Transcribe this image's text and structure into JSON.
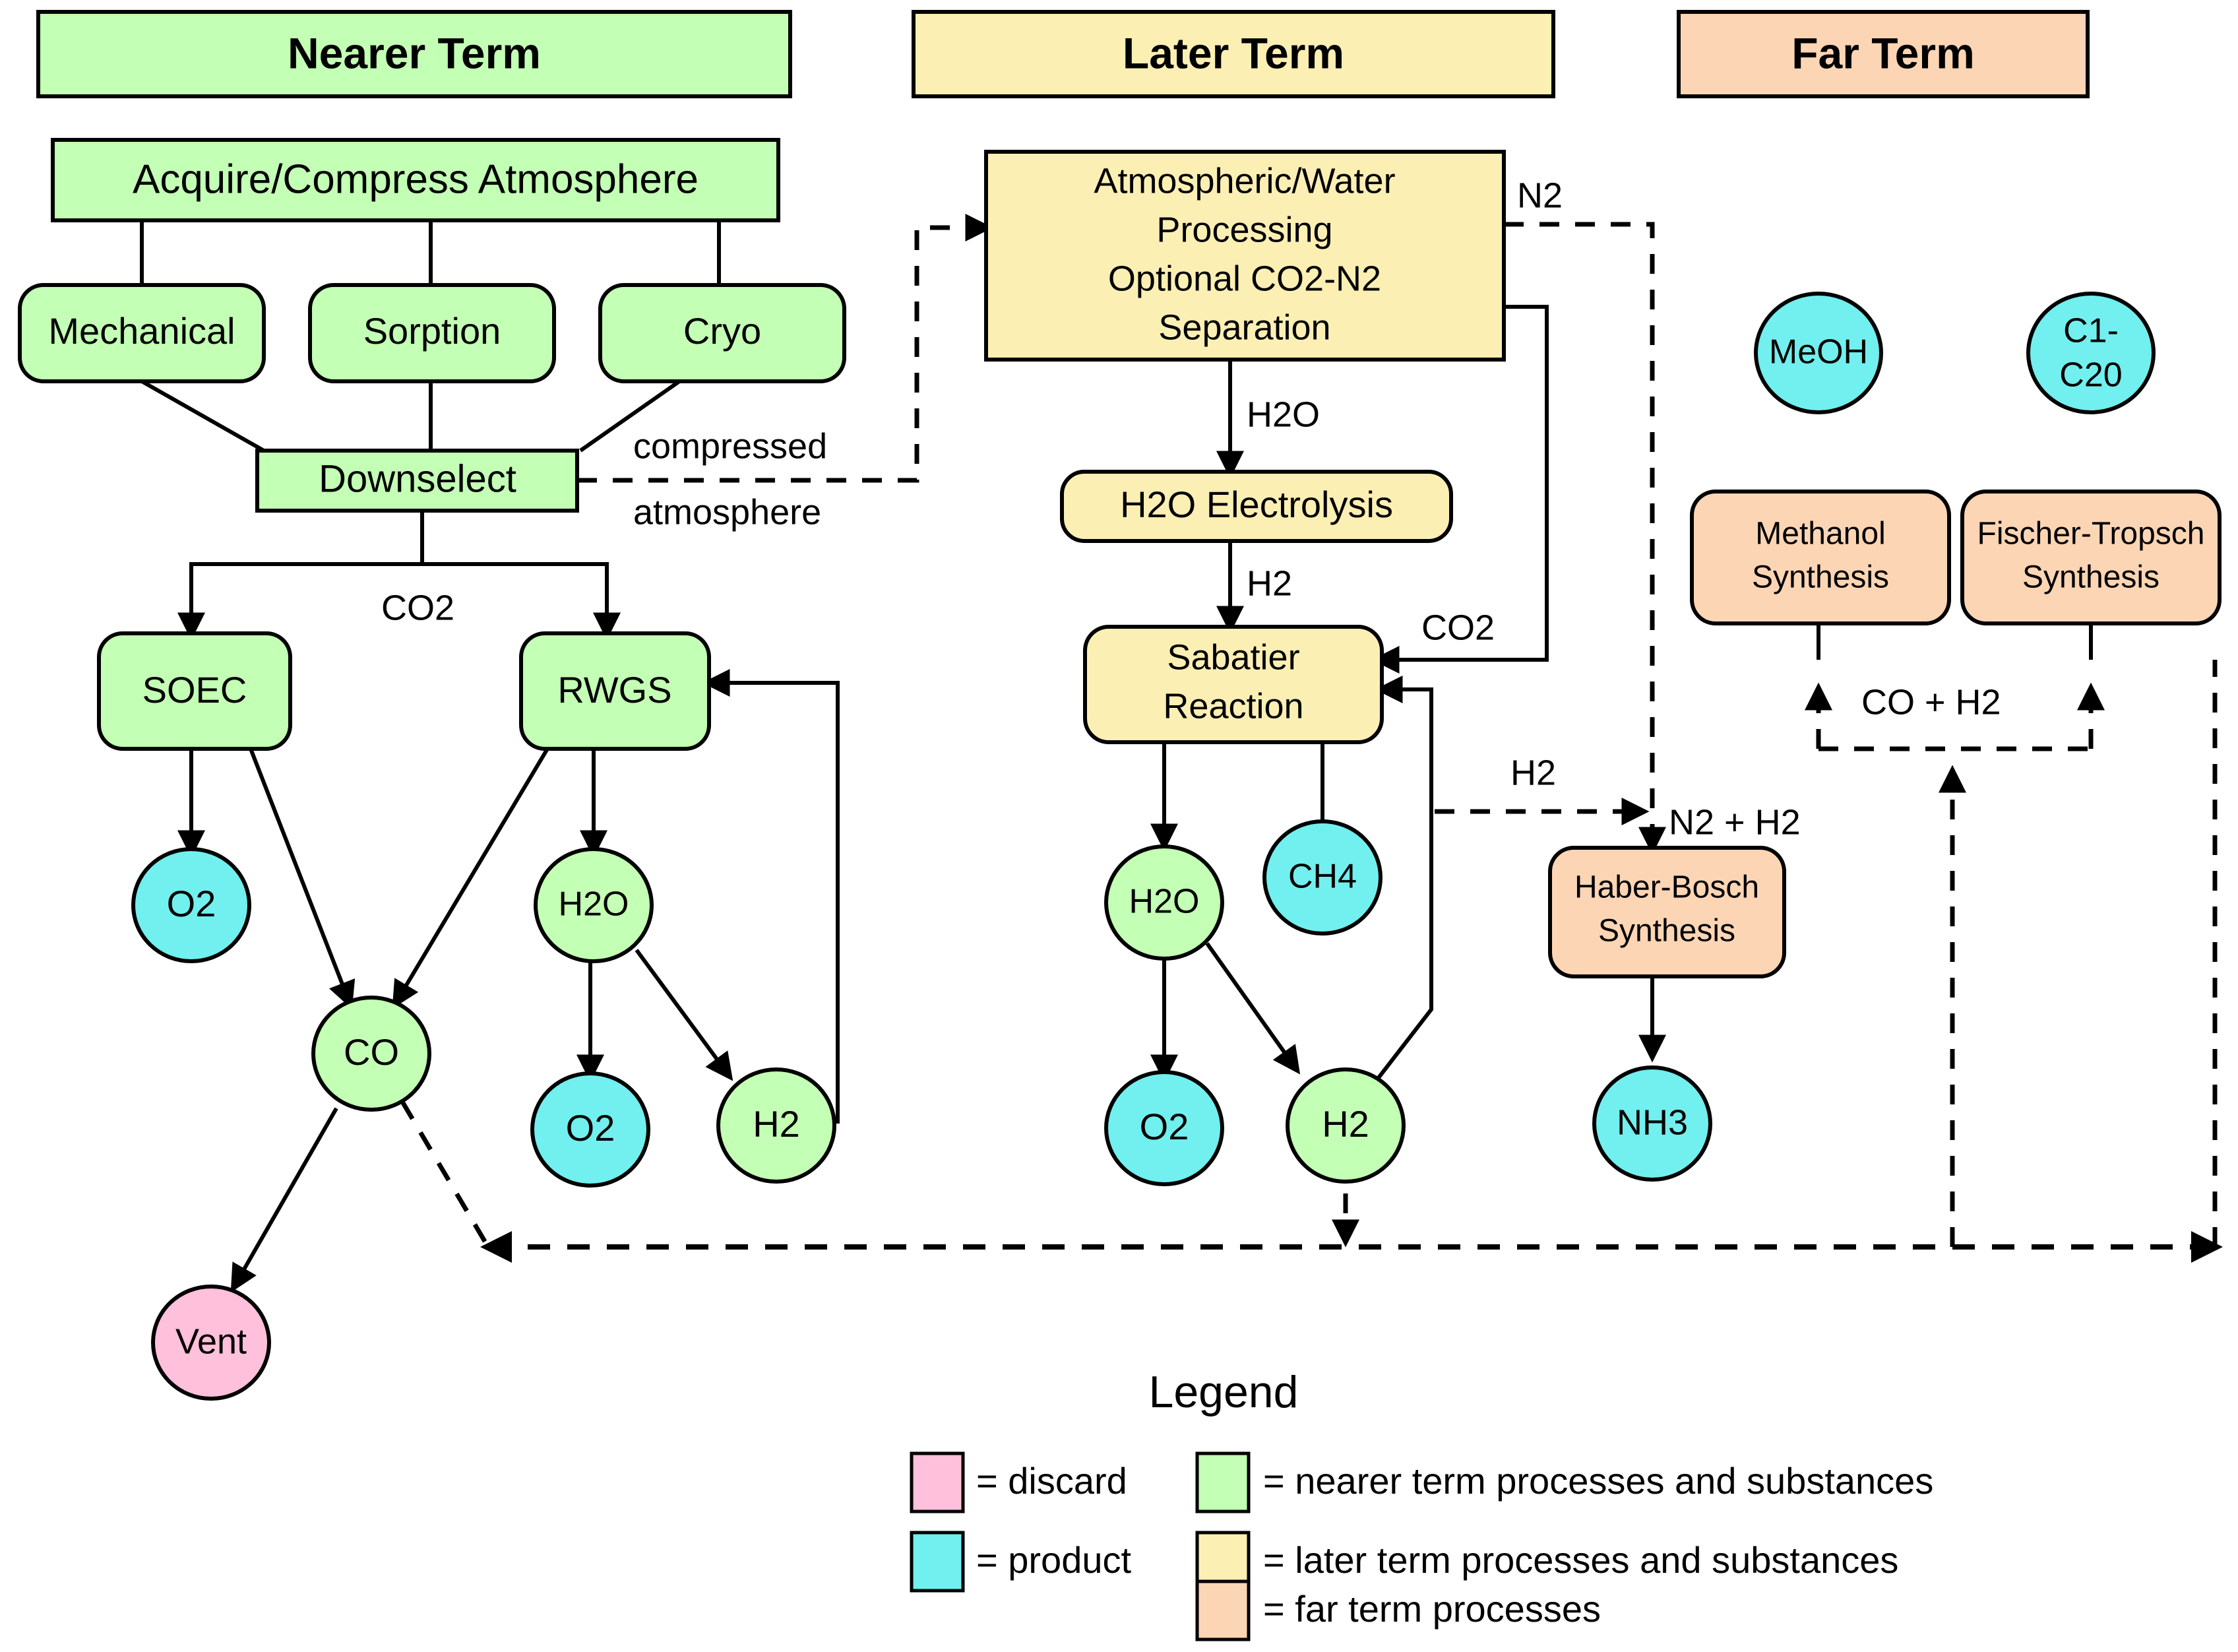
{
  "title": "Mars ISRU Process Flow Diagram",
  "colors": {
    "nearer_term": "#C3FFB4",
    "later_term": "#FCEFB4",
    "far_term": "#FCD5B4",
    "product": "#72EFEF",
    "discard": "#FFC0DB",
    "outline": "#000000",
    "background": "#FFFFFF"
  },
  "headers": [
    {
      "id": "nearer",
      "label": "Nearer Term"
    },
    {
      "id": "later",
      "label": "Later Term"
    },
    {
      "id": "far",
      "label": "Far Term"
    }
  ],
  "nearer_term": {
    "processes": [
      {
        "id": "acquire",
        "label": "Acquire/Compress Atmosphere"
      },
      {
        "id": "mechanical",
        "label": "Mechanical"
      },
      {
        "id": "sorption",
        "label": "Sorption"
      },
      {
        "id": "cryo",
        "label": "Cryo"
      },
      {
        "id": "downselect",
        "label": "Downselect"
      },
      {
        "id": "soec",
        "label": "SOEC"
      },
      {
        "id": "rwgs",
        "label": "RWGS"
      }
    ],
    "substances": [
      {
        "id": "soec_o2",
        "label": "O2",
        "kind": "product"
      },
      {
        "id": "co",
        "label": "CO",
        "kind": "nearer"
      },
      {
        "id": "rwgs_h2o",
        "label": "H2O",
        "kind": "nearer"
      },
      {
        "id": "rwgs_o2",
        "label": "O2",
        "kind": "product"
      },
      {
        "id": "rwgs_h2",
        "label": "H2",
        "kind": "nearer"
      },
      {
        "id": "vent",
        "label": "Vent",
        "kind": "discard"
      }
    ],
    "edge_labels": [
      {
        "id": "compressed_atmosphere",
        "label": "compressed\natmosphere",
        "line1": "compressed",
        "line2": "atmosphere"
      },
      {
        "id": "co2_downselect",
        "label": "CO2"
      }
    ]
  },
  "later_term": {
    "processes": [
      {
        "id": "atm_water",
        "label": "Atmospheric/Water Processing Optional CO2-N2 Separation",
        "lines": [
          "Atmospheric/Water",
          "Processing",
          "Optional CO2-N2",
          "Separation"
        ]
      },
      {
        "id": "electrolysis",
        "label": "H2O Electrolysis"
      },
      {
        "id": "sabatier",
        "label": "Sabatier Reaction",
        "lines": [
          "Sabatier",
          "Reaction"
        ]
      }
    ],
    "substances": [
      {
        "id": "sab_h2o",
        "label": "H2O",
        "kind": "nearer"
      },
      {
        "id": "ch4",
        "label": "CH4",
        "kind": "product"
      },
      {
        "id": "sab_o2",
        "label": "O2",
        "kind": "product"
      },
      {
        "id": "sab_h2",
        "label": "H2",
        "kind": "nearer"
      }
    ],
    "edge_labels": [
      {
        "id": "n2_out",
        "label": "N2"
      },
      {
        "id": "h2o_to_electrolysis",
        "label": "H2O"
      },
      {
        "id": "h2_to_sabatier",
        "label": "H2"
      },
      {
        "id": "co2_to_sabatier",
        "label": "CO2"
      },
      {
        "id": "h2_to_haber",
        "label": "H2"
      }
    ]
  },
  "far_term": {
    "processes": [
      {
        "id": "methanol",
        "label": "Methanol Synthesis",
        "lines": [
          "Methanol",
          "Synthesis"
        ]
      },
      {
        "id": "fischer",
        "label": "Fischer-Tropsch Synthesis",
        "lines": [
          "Fischer-Tropsch",
          "Synthesis"
        ]
      },
      {
        "id": "haber",
        "label": "Haber-Bosch Synthesis",
        "lines": [
          "Haber-Bosch",
          "Synthesis"
        ]
      }
    ],
    "substances": [
      {
        "id": "meoh",
        "label": "MeOH",
        "kind": "product"
      },
      {
        "id": "c1c20",
        "label": "C1-C20",
        "kind": "product",
        "lines": [
          "C1-",
          "C20"
        ]
      },
      {
        "id": "nh3",
        "label": "NH3",
        "kind": "product"
      }
    ],
    "edge_labels": [
      {
        "id": "n2_plus_h2",
        "label": "N2 + H2"
      },
      {
        "id": "co_plus_h2",
        "label": "CO + H2"
      }
    ]
  },
  "legend": {
    "title": "Legend",
    "items_left": [
      {
        "id": "discard",
        "swatch": "#FFC0DB",
        "label": "= discard"
      },
      {
        "id": "product",
        "swatch": "#72EFEF",
        "label": "= product"
      }
    ],
    "items_right": [
      {
        "id": "nearer",
        "swatch": "#C3FFB4",
        "label": "= nearer term processes and substances"
      },
      {
        "id": "later",
        "swatch": "#FCEFB4",
        "label": "= later term processes and substances"
      },
      {
        "id": "far",
        "swatch": "#FCD5B4",
        "label": "= far term processes"
      }
    ]
  }
}
